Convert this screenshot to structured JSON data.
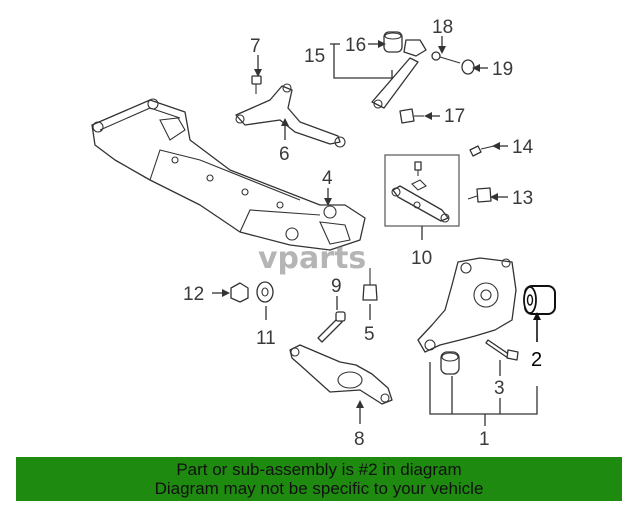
{
  "watermark": "vparts",
  "callouts": {
    "c1": "1",
    "c2": "2",
    "c3": "3",
    "c4": "4",
    "c5": "5",
    "c6": "6",
    "c7": "7",
    "c8": "8",
    "c9": "9",
    "c10": "10",
    "c11": "11",
    "c12": "12",
    "c13": "13",
    "c14": "14",
    "c15": "15",
    "c16": "16",
    "c17": "17",
    "c18": "18",
    "c19": "19"
  },
  "highlighted_part": "2",
  "highlight_color": "#000000",
  "banner": {
    "line1": "Part or sub-assembly is #2 in diagram",
    "line2": "Diagram may not be specific to your vehicle",
    "background": "#1e8a10"
  }
}
